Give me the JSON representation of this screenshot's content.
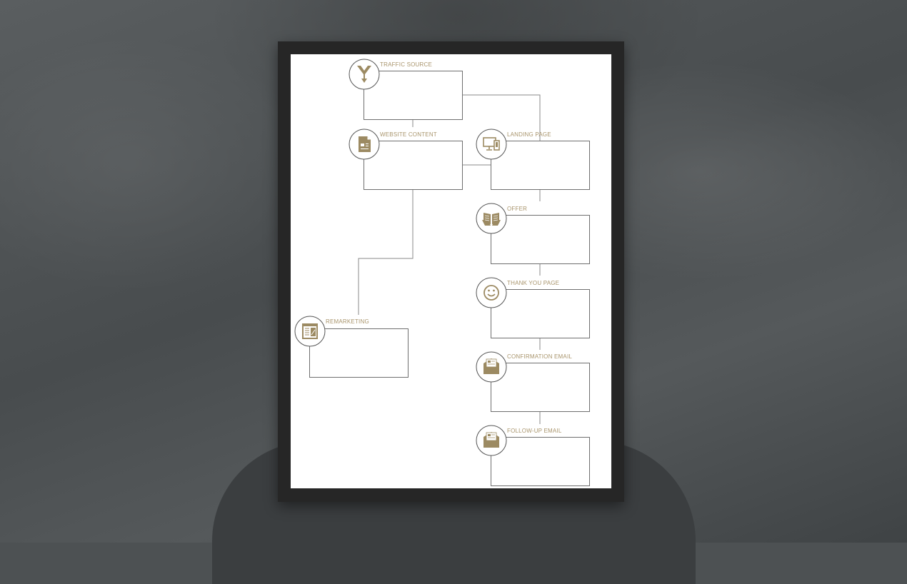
{
  "diagram": {
    "accent_color": "#9c8a62",
    "line_color": "#8a8a8a",
    "nodes": [
      {
        "id": "traffic-source",
        "label": "TRAFFIC SOURCE",
        "icon": "funnel-icon"
      },
      {
        "id": "website-content",
        "label": "WEBSITE CONTENT",
        "icon": "document-icon"
      },
      {
        "id": "landing-page",
        "label": "LANDING PAGE",
        "icon": "devices-icon"
      },
      {
        "id": "offer",
        "label": "OFFER",
        "icon": "open-book-icon"
      },
      {
        "id": "thank-you-page",
        "label": "THANK YOU PAGE",
        "icon": "smiley-icon"
      },
      {
        "id": "confirmation-email",
        "label": "CONFIRMATION EMAIL",
        "icon": "envelope-icon"
      },
      {
        "id": "follow-up-email",
        "label": "FOLLOW-UP EMAIL",
        "icon": "envelope-icon"
      },
      {
        "id": "remarketing",
        "label": "REMARKETING",
        "icon": "browser-ad-icon"
      }
    ]
  }
}
